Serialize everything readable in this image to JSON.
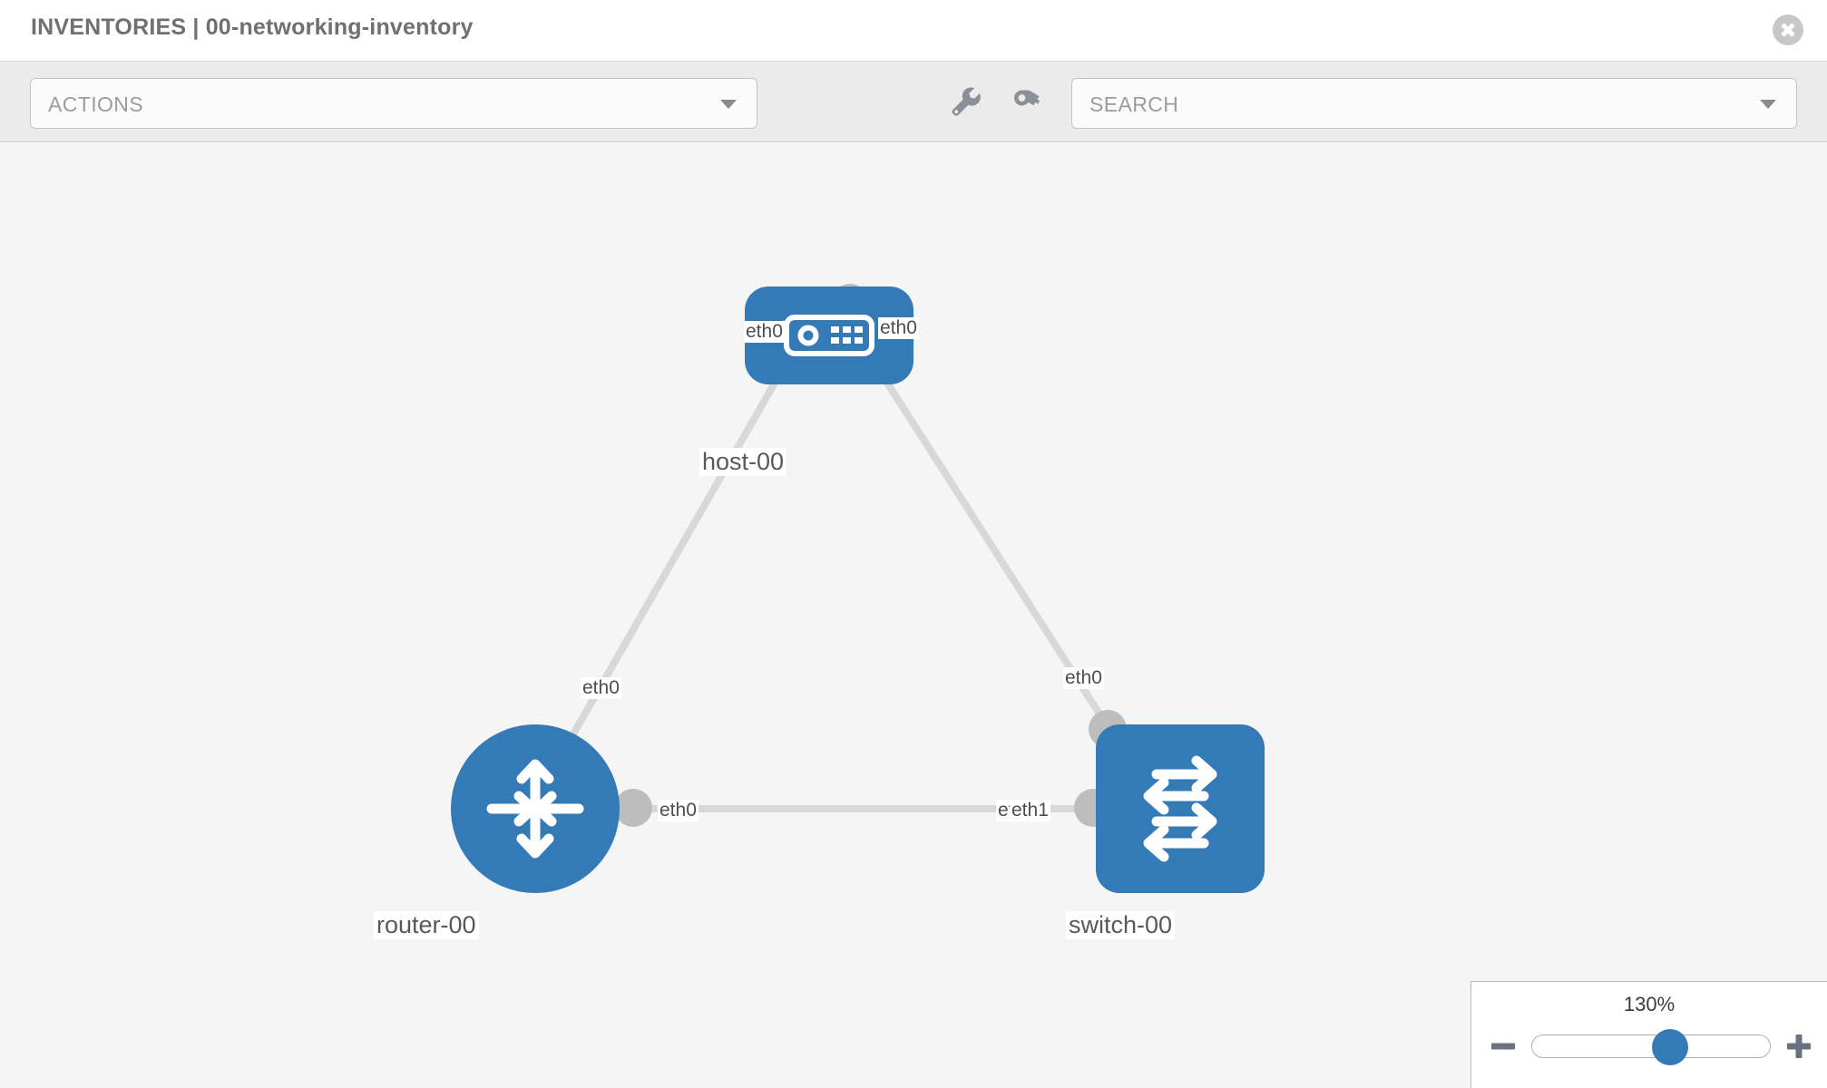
{
  "header": {
    "title": "INVENTORIES | 00-networking-inventory",
    "close_icon": "close-circle-icon"
  },
  "toolbar": {
    "actions_label": "ACTIONS",
    "actions_caret_icon": "chevron-down-icon",
    "wrench_icon": "wrench-icon",
    "key_icon": "key-icon",
    "search_placeholder": "SEARCH",
    "search_value": "",
    "search_caret_icon": "chevron-down-icon"
  },
  "topology": {
    "accent_color": "#337ab7",
    "canvas_color": "#f5f5f5",
    "port_color": "#bdbdbd",
    "edge_color": "#d8d8d8",
    "nodes": [
      {
        "id": "host-00",
        "label": "host-00",
        "icon": "server-icon",
        "shape": "rounded-rect"
      },
      {
        "id": "router-00",
        "label": "router-00",
        "icon": "router-icon",
        "shape": "circle"
      },
      {
        "id": "switch-00",
        "label": "switch-00",
        "icon": "switch-icon",
        "shape": "rounded-square"
      }
    ],
    "edges": [
      {
        "from": "host-00",
        "to": "router-00",
        "from_label": "eth0",
        "to_label": "eth0"
      },
      {
        "from": "host-00",
        "to": "switch-00",
        "from_label": "eth0",
        "to_label": "eth0"
      },
      {
        "from": "router-00",
        "to": "switch-00",
        "from_label": "eth0",
        "to_label": "eth1"
      }
    ],
    "interface_labels": {
      "host_left": "eth0",
      "host_right": "eth0",
      "router_up": "eth0",
      "switch_up": "eth0",
      "router_right": "eth0",
      "switch_left_hidden": "eth0",
      "switch_left": "eth1"
    }
  },
  "zoom_control": {
    "value_label": "130%",
    "minus_icon": "minus-icon",
    "plus_icon": "plus-icon",
    "slider_position_percent": 58
  }
}
